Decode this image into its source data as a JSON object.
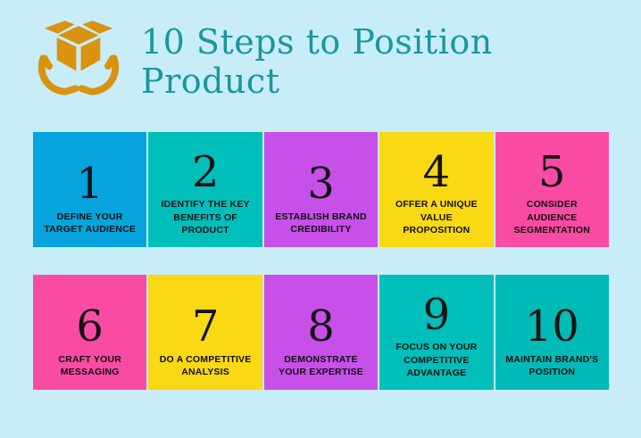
{
  "page": {
    "background": "#c8edf8",
    "title": "10 Steps to Position Product",
    "title_color": "#17989c"
  },
  "header_icon": {
    "name": "hands-holding-box-icon",
    "color": "#d9930f"
  },
  "steps": [
    {
      "number": "1",
      "label": "DEFINE YOUR TARGET AUDIENCE",
      "color": "#05a4dd"
    },
    {
      "number": "2",
      "label": "IDENTIFY THE KEY BENEFITS OF PRODUCT",
      "color": "#00bfba"
    },
    {
      "number": "3",
      "label": "ESTABLISH BRAND CREDIBILITY",
      "color": "#c750e8"
    },
    {
      "number": "4",
      "label": "OFFER A UNIQUE VALUE PROPOSITION",
      "color": "#f9d814"
    },
    {
      "number": "5",
      "label": "CONSIDER AUDIENCE SEGMENTATION",
      "color": "#fa4ba4"
    },
    {
      "number": "6",
      "label": "CRAFT YOUR MESSAGING",
      "color": "#fa4ba4"
    },
    {
      "number": "7",
      "label": "DO A COMPETITIVE ANALYSIS",
      "color": "#f9d814"
    },
    {
      "number": "8",
      "label": "DEMONSTRATE YOUR EXPERTISE",
      "color": "#c750e8"
    },
    {
      "number": "9",
      "label": "FOCUS ON YOUR COMPETITIVE ADVANTAGE",
      "color": "#00bfba"
    },
    {
      "number": "10",
      "label": "MAINTAIN BRAND'S POSITION",
      "color": "#00bab8"
    }
  ]
}
